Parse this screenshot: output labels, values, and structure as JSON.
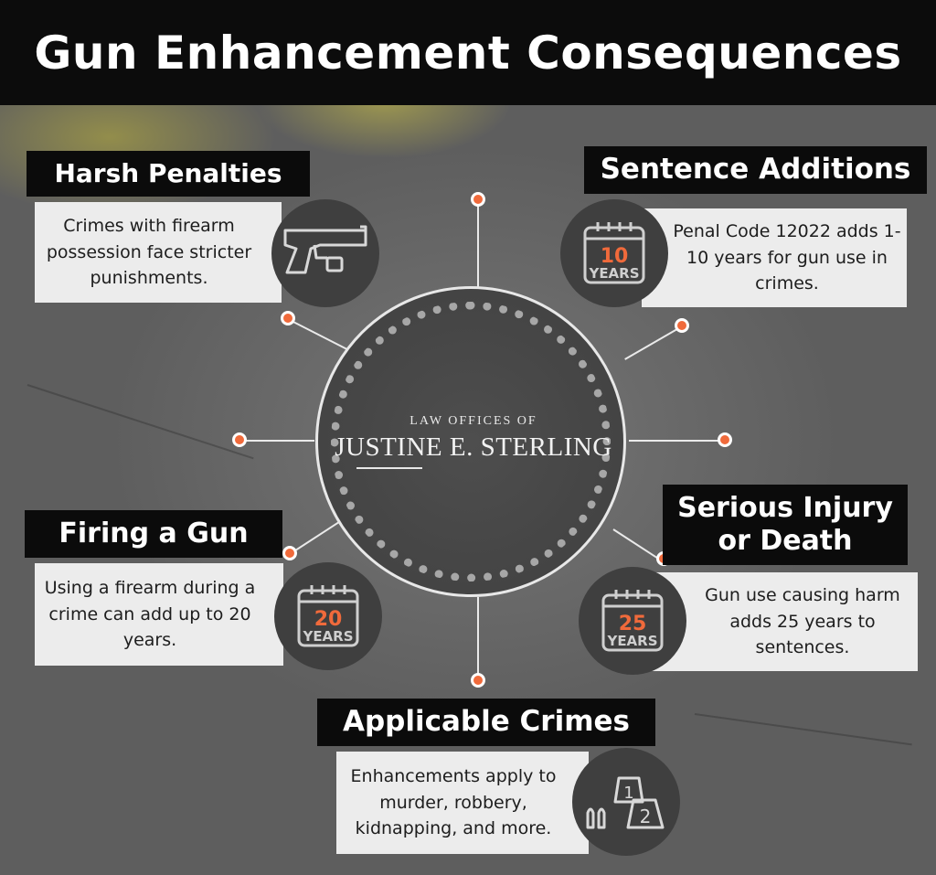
{
  "header": {
    "title": "Gun Enhancement Consequences"
  },
  "hub": {
    "line1": "LAW OFFICES OF",
    "line2": "JUSTINE E. STERLING"
  },
  "sections": {
    "harsh_penalties": {
      "title": "Harsh Penalties",
      "description": "Crimes with firearm possession face stricter punishments.",
      "icon": "handgun-icon"
    },
    "sentence_additions": {
      "title": "Sentence Additions",
      "description": "Penal Code 12022 adds 1-10 years for gun use in crimes.",
      "icon_number": "10",
      "icon_unit": "YEARS"
    },
    "firing_a_gun": {
      "title": "Firing a Gun",
      "description": "Using a firearm during a crime can add up to 20 years.",
      "icon_number": "20",
      "icon_unit": "YEARS"
    },
    "serious_injury": {
      "title": "Serious Injury or Death",
      "description": "Gun use causing harm adds 25 years to sentences.",
      "icon_number": "25",
      "icon_unit": "YEARS"
    },
    "applicable_crimes": {
      "title": "Applicable Crimes",
      "description": "Enhancements apply to murder, robbery, kidnapping, and more.",
      "icon": "evidence-markers-icon",
      "marker_1": "1",
      "marker_2": "2"
    }
  },
  "colors": {
    "accent": "#f06a3b",
    "header_bg": "#0c0c0c",
    "label_bg": "#0b0b0b",
    "desc_bg": "#ececec",
    "icon_bg": "#3f3f3f"
  }
}
